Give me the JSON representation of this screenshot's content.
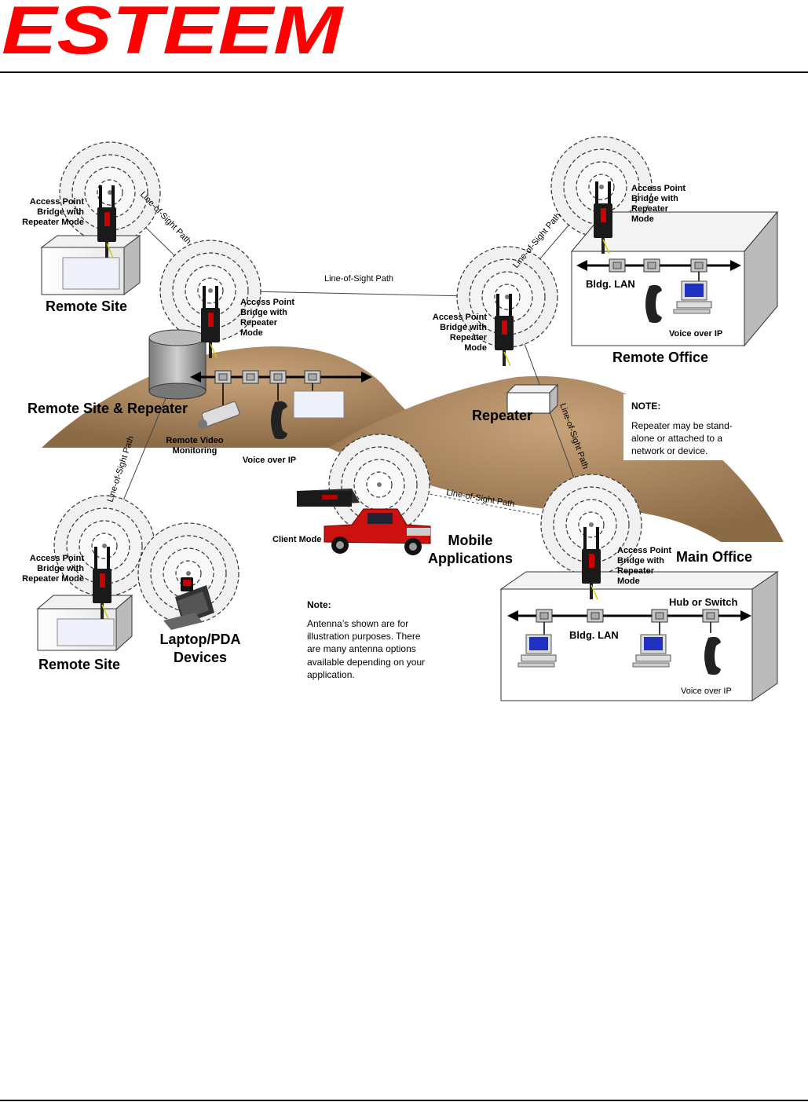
{
  "header": {
    "logo_text": "ESTEEM",
    "logo_color": "#ff0000"
  },
  "colors": {
    "hill": "#b08a5e",
    "hill_dark": "#8b6a46",
    "truck": "#cc1111",
    "device": "#1a1a1a",
    "screen": "#2030c0"
  },
  "diagram": {
    "nodes": {
      "remote_site_top": {
        "ap_label": [
          "Access Point",
          "Bridge with",
          "Repeater Mode"
        ],
        "site_label": "Remote Site"
      },
      "remote_site_repeater": {
        "ap_label": [
          "Access Point",
          "Bridge with",
          "Repeater",
          "Mode"
        ],
        "site_label": "Remote Site & Repeater",
        "video_label": [
          "Remote Video",
          "Monitoring"
        ],
        "voip_label": "Voice over IP"
      },
      "repeater": {
        "ap_label": [
          "Access Point",
          "Bridge with",
          "Repeater",
          "Mode"
        ],
        "site_label": "Repeater"
      },
      "remote_office": {
        "ap_label": [
          "Access Point",
          "Bridge with",
          "Repeater",
          "Mode"
        ],
        "lan_label": "Bldg. LAN",
        "voip_label": "Voice over IP",
        "site_label": "Remote Office"
      },
      "remote_site_bottom": {
        "ap_label": [
          "Access Point",
          "Bridge with",
          "Repeater Mode"
        ],
        "site_label": "Remote Site"
      },
      "laptop": {
        "label": [
          "Laptop/PDA",
          "Devices"
        ]
      },
      "mobile": {
        "client_label": "Client Mode",
        "label": [
          "Mobile",
          "Applications"
        ]
      },
      "main_office": {
        "ap_label": [
          "Access Point",
          "Bridge with",
          "Repeater",
          "Mode"
        ],
        "site_label": "Main Office",
        "hub_label": "Hub or Switch",
        "lan_label": "Bldg. LAN",
        "voip_label": "Voice over IP"
      }
    },
    "links": {
      "los_1": "Line-of-Sight Path",
      "los_2": "Line-of-Sight Path",
      "los_3": "Line-of-Sight Path",
      "los_4": "Line-of-Sight Path",
      "los_5": "Line-of-Sight Path",
      "los_6": "Line-of-Sight Path"
    },
    "note_repeater": {
      "title": "NOTE:",
      "lines": [
        "Repeater may be stand-",
        "alone or attached to a",
        "network or device."
      ]
    },
    "note_antenna": {
      "title": "Note:",
      "lines": [
        "Antenna’s shown are for",
        "illustration purposes.  There",
        "are many antenna options",
        "available depending on your",
        "application."
      ]
    }
  }
}
